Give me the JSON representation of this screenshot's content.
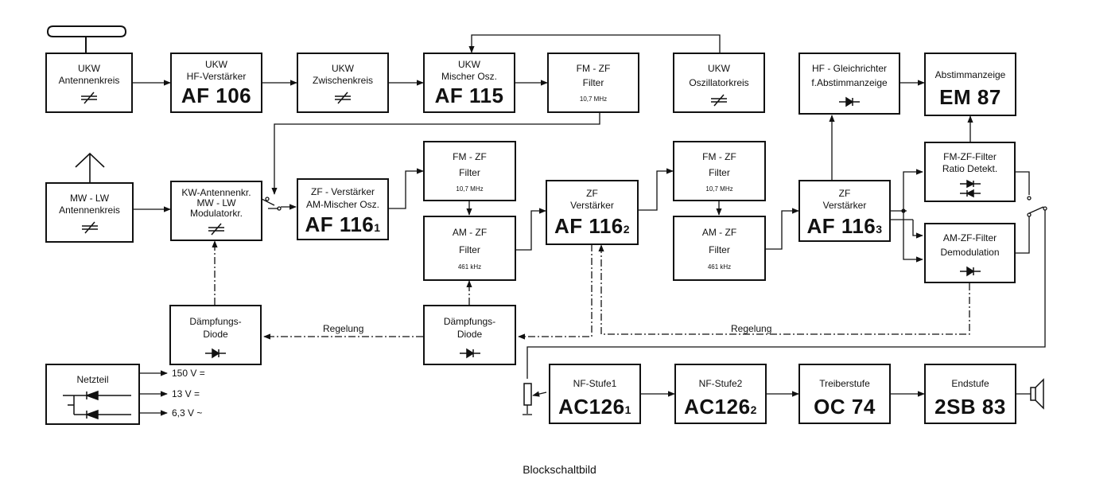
{
  "blocks": {
    "ukw_antenne": {
      "l1": "UKW",
      "l2": "Antennenkreis"
    },
    "ukw_hf": {
      "l1": "UKW",
      "l2": "HF-Verstärker",
      "tube": "AF 106"
    },
    "ukw_zwischen": {
      "l1": "UKW",
      "l2": "Zwischenkreis"
    },
    "ukw_mischer": {
      "l1": "UKW",
      "l2": "Mischer  Osz.",
      "tube": "AF 115"
    },
    "fm_zf1": {
      "l1": "FM - ZF",
      "l2": "Filter",
      "freq": "10,7 MHz"
    },
    "ukw_osz": {
      "l1": "UKW",
      "l2": "Oszillatorkreis"
    },
    "hf_gleich": {
      "l1": "HF - Gleichrichter",
      "l2": "f.Abstimmanzeige"
    },
    "abstimm": {
      "l1": "Abstimmanzeige",
      "tube": "EM 87"
    },
    "mw_antenne": {
      "l1": "MW - LW",
      "l2": "Antennenkreis"
    },
    "kw_antenne": {
      "l1": "KW-Antennenkr.",
      "l2": "MW - LW",
      "l3": "Modulatorkr."
    },
    "zf1": {
      "l1": "ZF - Verstärker",
      "l2": "AM-Mischer Osz.",
      "tube": "AF 116",
      "sub": "1"
    },
    "fm_zf2": {
      "l1": "FM - ZF",
      "l2": "Filter",
      "freq": "10,7 MHz"
    },
    "am_zf1": {
      "l1": "AM - ZF",
      "l2": "Filter",
      "freq": "461 kHz"
    },
    "zf2": {
      "l1": "ZF",
      "l2": "Verstärker",
      "tube": "AF 116",
      "sub": "2"
    },
    "fm_zf3": {
      "l1": "FM - ZF",
      "l2": "Filter",
      "freq": "10,7 MHz"
    },
    "am_zf2": {
      "l1": "AM - ZF",
      "l2": "Filter",
      "freq": "461  kHz"
    },
    "zf3": {
      "l1": "ZF",
      "l2": "Verstärker",
      "tube": "AF 116",
      "sub": "3"
    },
    "fm_ratio": {
      "l1": "FM-ZF-Filter",
      "l2": "Ratio Detekt."
    },
    "am_demod": {
      "l1": "AM-ZF-Filter",
      "l2": "Demodulation"
    },
    "daempf1": {
      "l1": "Dämpfungs-",
      "l2": "Diode"
    },
    "daempf2": {
      "l1": "Dämpfungs-",
      "l2": "Diode"
    },
    "netzteil": {
      "l1": "Netzteil"
    },
    "nf1": {
      "l1": "NF-Stufe1",
      "tube": "AC126",
      "sub": "1"
    },
    "nf2": {
      "l1": "NF-Stufe2",
      "tube": "AC126",
      "sub": "2"
    },
    "treiber": {
      "l1": "Treiberstufe",
      "tube": "OC  74"
    },
    "end": {
      "l1": "Endstufe",
      "tube": "2SB  83"
    }
  },
  "labels": {
    "regelung_left": "Regelung",
    "regelung_right": "Regelung",
    "v150": "150 V =",
    "v13": "13  V =",
    "v63": "6,3 V ~"
  },
  "caption": "Blockschaltbild"
}
